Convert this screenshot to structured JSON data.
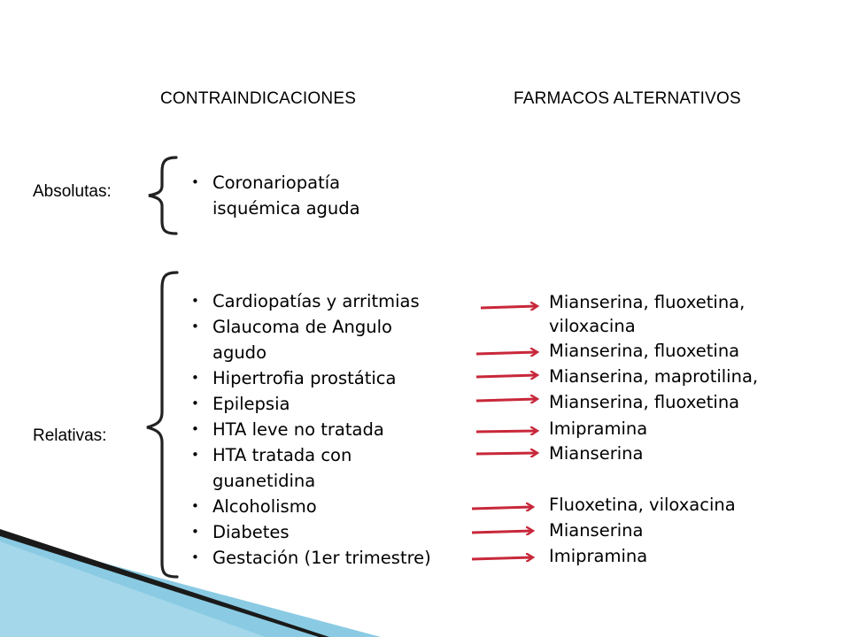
{
  "headers": {
    "contraindications": "CONTRAINDICACIONES",
    "alternatives": "FARMACOS ALTERNATIVOS"
  },
  "absolutas": {
    "label": "Absolutas:",
    "items": [
      {
        "line1": "Coronariopatía",
        "line2": "isquémica aguda"
      }
    ]
  },
  "relativas": {
    "label": "Relativas:",
    "items": [
      {
        "line1": "Cardiopatías y arritmias"
      },
      {
        "line1": "Glaucoma de Angulo",
        "line2": "agudo"
      },
      {
        "line1": "Hipertrofia prostática"
      },
      {
        "line1": "Epilepsia"
      },
      {
        "line1": "HTA leve no tratada"
      },
      {
        "line1": "HTA tratada con",
        "line2": "guanetidina"
      },
      {
        "line1": "Alcoholismo"
      },
      {
        "line1": "Diabetes"
      },
      {
        "line1": "Gestación (1er trimestre)"
      }
    ]
  },
  "alternatives": [
    "Mianserina, fluoxetina,",
    "viloxacina",
    "Mianserina, fluoxetina",
    "Mianserina, maprotilina,",
    "Mianserina, fluoxetina",
    "Imipramina",
    "Mianserina",
    "Fluoxetina, viloxacina",
    "Mianserina",
    "Imipramina"
  ],
  "colors": {
    "arrow": "#c8283a",
    "decor_light": "#7fc6e0",
    "decor_dark": "#1a1a1a"
  }
}
